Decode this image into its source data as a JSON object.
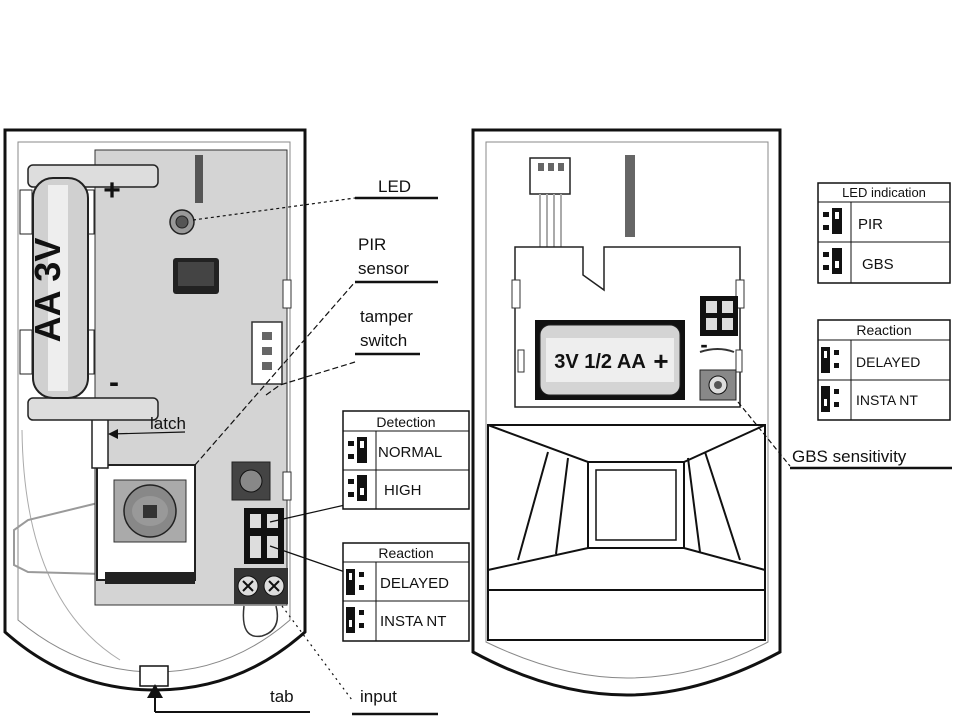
{
  "labels": {
    "led": "LED",
    "pir_line1": "PIR",
    "pir_line2": "sensor",
    "tamper_line1": "tamper",
    "tamper_line2": "switch",
    "latch": "latch",
    "tab": "tab",
    "input": "input",
    "gbs_sensitivity": "GBS sensitivity"
  },
  "battery_left": {
    "text": "AA 3V",
    "plus": "+",
    "minus": "-"
  },
  "battery_right": {
    "text": "3V 1/2 AA",
    "plus": "+",
    "minus": "-"
  },
  "detection_table": {
    "title": "Detection",
    "rows": [
      "NORMAL",
      "HIGH"
    ]
  },
  "reaction_table_left": {
    "title": "Reaction",
    "rows": [
      "DELAYED",
      "INSTA NT"
    ]
  },
  "led_indication_table": {
    "title": "LED indication",
    "rows": [
      "PIR",
      "GBS"
    ]
  },
  "reaction_table_right": {
    "title": "Reaction",
    "rows": [
      "DELAYED",
      "INSTA NT"
    ]
  },
  "colors": {
    "board": "#d4d4d4",
    "housing": "#ffffff",
    "line": "#111111",
    "bracket": "#9a9a9a"
  }
}
